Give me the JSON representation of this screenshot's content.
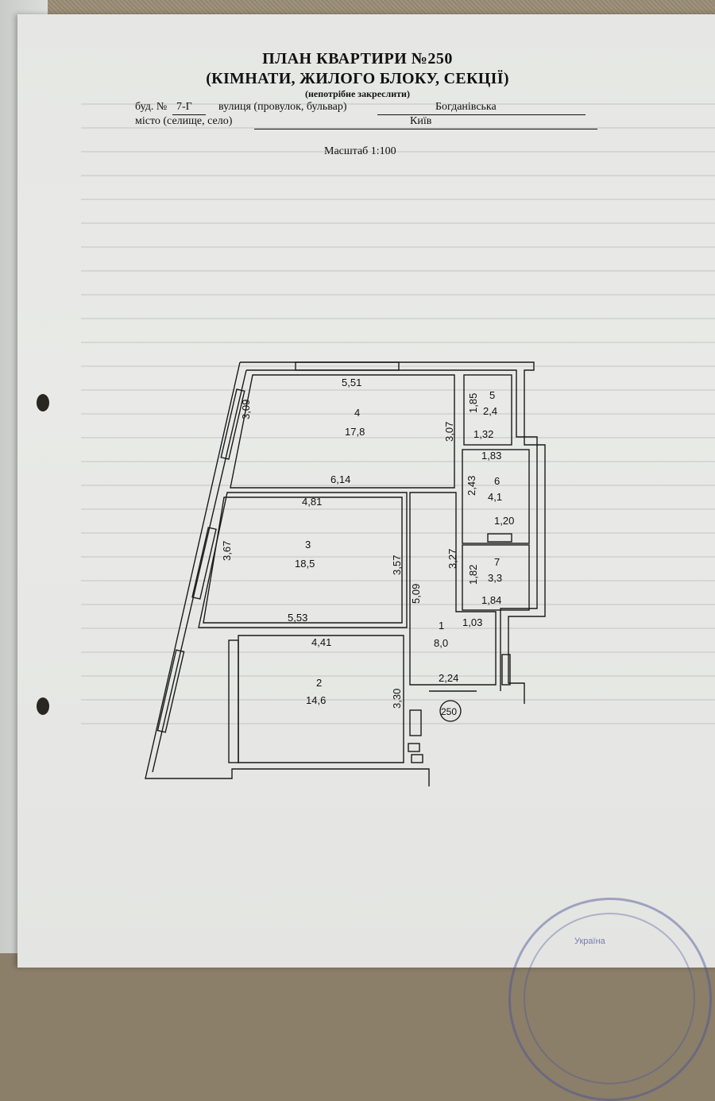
{
  "header": {
    "title": "ПЛАН КВАРТИРИ №250",
    "subtitle": "(КІМНАТИ, ЖИЛОГО БЛОКУ, СЕКЦІЇ)",
    "note": "(непотрібне закреслити)",
    "building_label": "буд. №",
    "building_value": "7-Г",
    "street_label": "вулиця (провулок, бульвар)",
    "street_value": "Богданівська",
    "city_label": "місто (селище, село)",
    "city_value": "Київ",
    "scale": "Масштаб 1:100"
  },
  "plan": {
    "apartment_number": "250",
    "rooms": [
      {
        "number": "1",
        "area": "8,0"
      },
      {
        "number": "2",
        "area": "14,6"
      },
      {
        "number": "3",
        "area": "18,5"
      },
      {
        "number": "4",
        "area": "17,8"
      },
      {
        "number": "5",
        "area": "2,4"
      },
      {
        "number": "6",
        "area": "4,1"
      },
      {
        "number": "7",
        "area": "3,3"
      }
    ],
    "dimensions": [
      "5,51",
      "3,09",
      "3,07",
      "1,85",
      "1,32",
      "6,14",
      "1,83",
      "2,43",
      "4,81",
      "1,20",
      "3,67",
      "3,57",
      "3,27",
      "1,82",
      "5,09",
      "1,84",
      "5,53",
      "1,03",
      "4,41",
      "2,24",
      "3,30"
    ]
  },
  "stamp": {
    "text": "Україна"
  },
  "colors": {
    "paper": "#e6e7e4",
    "ink": "#111111",
    "stamp": "#4650a0"
  }
}
